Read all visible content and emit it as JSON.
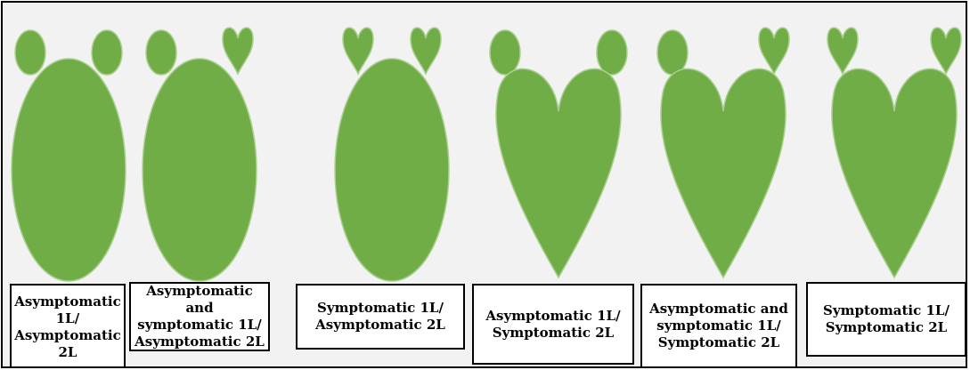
{
  "colors": {
    "leaf": "#70ad47",
    "leaf_edge": "#a9cf8f",
    "background": "#f2f2f2",
    "box_border": "#000000"
  },
  "shapes": {
    "oval": "asymptomatic",
    "heart": "symptomatic"
  },
  "seedlings": [
    {
      "first_leaves": [
        "oval",
        "oval"
      ],
      "second_leaf": "oval",
      "label": "Asymptomatic\n1L/\nAsymptomatic\n2L"
    },
    {
      "first_leaves": [
        "oval",
        "heart"
      ],
      "second_leaf": "oval",
      "label": "Asymptomatic and\nsymptomatic 1L/\nAsymptomatic 2L"
    },
    {
      "first_leaves": [
        "heart",
        "heart"
      ],
      "second_leaf": "oval",
      "label": "Symptomatic  1L/\nAsymptomatic 2L"
    },
    {
      "first_leaves": [
        "oval",
        "oval"
      ],
      "second_leaf": "heart",
      "label": "Asymptomatic 1L/\nSymptomatic 2L"
    },
    {
      "first_leaves": [
        "oval",
        "heart"
      ],
      "second_leaf": "heart",
      "label": "Asymptomatic and\nsymptomatic 1L/\nSymptomatic 2L"
    },
    {
      "first_leaves": [
        "heart",
        "heart"
      ],
      "second_leaf": "heart",
      "label": "Symptomatic  1L/\nSymptomatic 2L"
    }
  ]
}
